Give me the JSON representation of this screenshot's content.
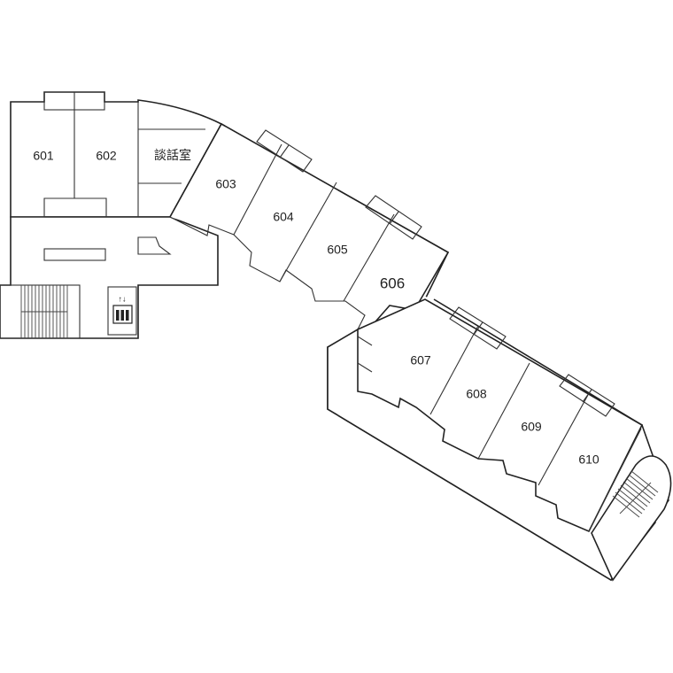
{
  "floor_plan": {
    "rooms": [
      {
        "id": "601",
        "label": "601"
      },
      {
        "id": "602",
        "label": "602"
      },
      {
        "id": "lounge",
        "label": "談話室"
      },
      {
        "id": "603",
        "label": "603"
      },
      {
        "id": "604",
        "label": "604"
      },
      {
        "id": "605",
        "label": "605"
      },
      {
        "id": "606",
        "label": "606"
      },
      {
        "id": "607",
        "label": "607"
      },
      {
        "id": "608",
        "label": "608"
      },
      {
        "id": "609",
        "label": "609"
      },
      {
        "id": "610",
        "label": "610"
      }
    ],
    "highlighted_room": "606",
    "elevator_icon": "elevator-icon",
    "stair_icon": "stairs-icon",
    "colors": {
      "line": "#222222",
      "background": "#ffffff"
    }
  }
}
